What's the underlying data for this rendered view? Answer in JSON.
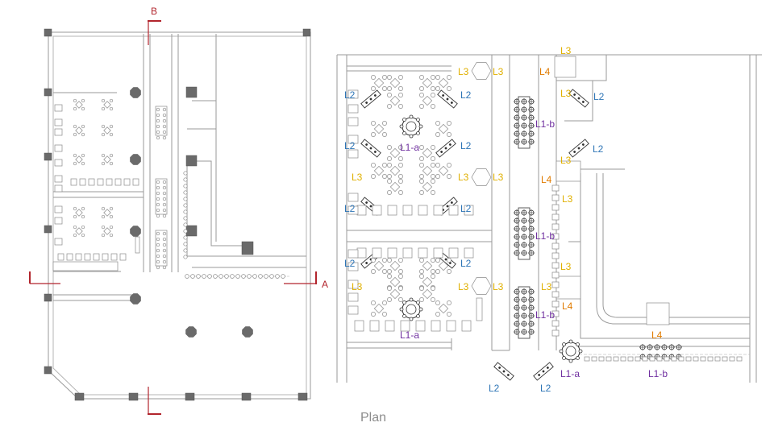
{
  "caption": "Plan",
  "section_marks": {
    "a": "A",
    "b": "B"
  },
  "colors": {
    "L1-a": "#7030a0",
    "L1-b": "#7030a0",
    "L2": "#2e75b6",
    "L3": "#e0b000",
    "L4": "#e07b00",
    "section": "#b2252d"
  },
  "labels": [
    {
      "text": "L3",
      "type": "L3"
    },
    {
      "text": "L3",
      "type": "L3"
    },
    {
      "text": "L3",
      "type": "L3"
    },
    {
      "text": "L4",
      "type": "L4"
    },
    {
      "text": "L2",
      "type": "L2"
    },
    {
      "text": "L2",
      "type": "L2"
    },
    {
      "text": "L3",
      "type": "L3"
    },
    {
      "text": "L2",
      "type": "L2"
    },
    {
      "text": "L1-b",
      "type": "L1-b"
    },
    {
      "text": "L2",
      "type": "L2"
    },
    {
      "text": "L1-a",
      "type": "L1-a"
    },
    {
      "text": "L2",
      "type": "L2"
    },
    {
      "text": "L2",
      "type": "L2"
    },
    {
      "text": "L3",
      "type": "L3"
    },
    {
      "text": "L3",
      "type": "L3"
    },
    {
      "text": "L3",
      "type": "L3"
    },
    {
      "text": "L3",
      "type": "L3"
    },
    {
      "text": "L4",
      "type": "L4"
    },
    {
      "text": "L3",
      "type": "L3"
    },
    {
      "text": "L2",
      "type": "L2"
    },
    {
      "text": "L2",
      "type": "L2"
    },
    {
      "text": "L1-b",
      "type": "L1-b"
    },
    {
      "text": "L2",
      "type": "L2"
    },
    {
      "text": "L2",
      "type": "L2"
    },
    {
      "text": "L3",
      "type": "L3"
    },
    {
      "text": "L3",
      "type": "L3"
    },
    {
      "text": "L3",
      "type": "L3"
    },
    {
      "text": "L3",
      "type": "L3"
    },
    {
      "text": "L4",
      "type": "L4"
    },
    {
      "text": "L3",
      "type": "L3"
    },
    {
      "text": "L1-b",
      "type": "L1-b"
    },
    {
      "text": "L4",
      "type": "L4"
    },
    {
      "text": "L1-a",
      "type": "L1-a"
    },
    {
      "text": "L1-a",
      "type": "L1-a"
    },
    {
      "text": "L1-b",
      "type": "L1-b"
    },
    {
      "text": "L2",
      "type": "L2"
    },
    {
      "text": "L2",
      "type": "L2"
    }
  ]
}
